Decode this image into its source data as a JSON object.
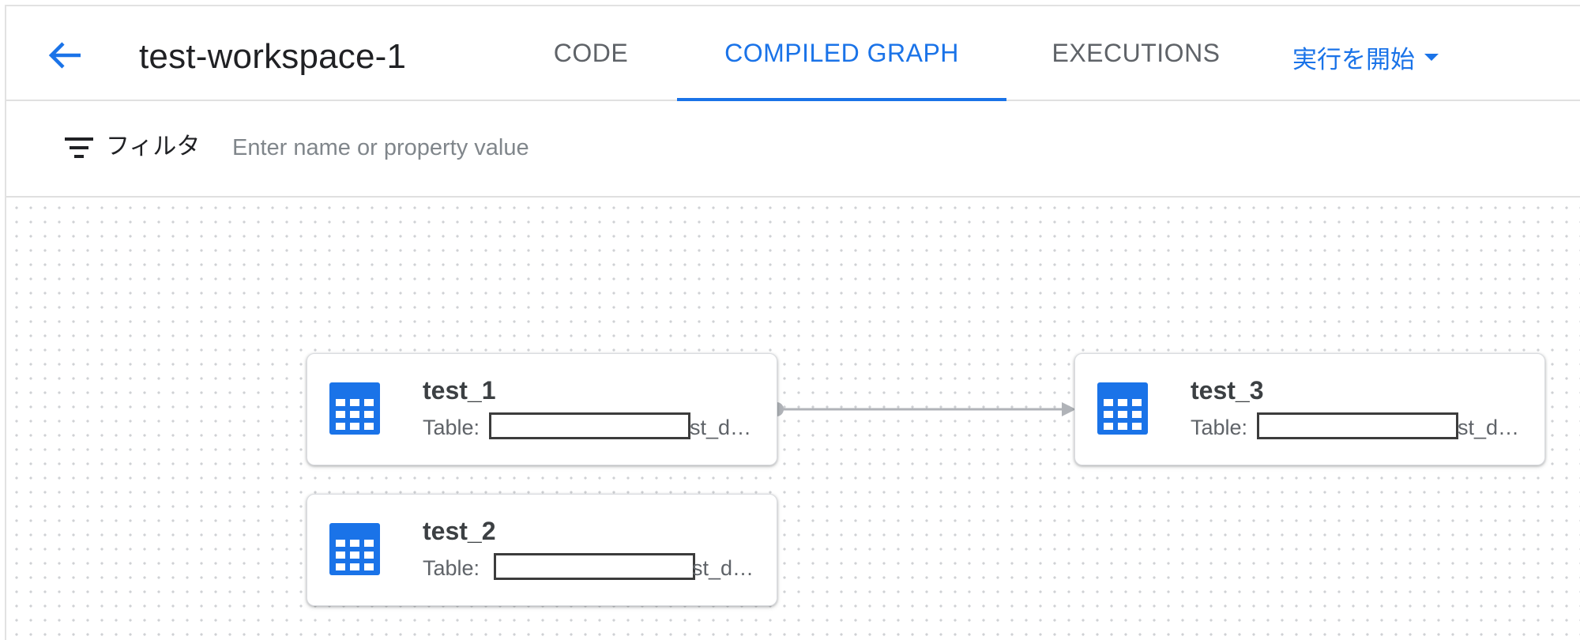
{
  "header": {
    "title": "test-workspace-1",
    "tabs": [
      {
        "label": "CODE"
      },
      {
        "label": "COMPILED GRAPH",
        "active": true
      },
      {
        "label": "EXECUTIONS"
      }
    ],
    "start_label": "実行を開始"
  },
  "filter": {
    "label": "フィルタ",
    "placeholder": "Enter name or property value"
  },
  "graph": {
    "nodes": [
      {
        "name": "test_1",
        "type_label": "Table:",
        "tail": "st_d…"
      },
      {
        "name": "test_2",
        "type_label": "Table:",
        "tail": "st_d…"
      },
      {
        "name": "test_3",
        "type_label": "Table:",
        "tail": "st_d…"
      }
    ],
    "edges": [
      {
        "from": "test_1",
        "to": "test_3"
      }
    ]
  },
  "colors": {
    "accent": "#1a73e8",
    "tab_inactive": "#5f6368",
    "edge": "#b0b3b8"
  },
  "icons": {
    "back": "arrow-back-icon",
    "filter": "filter-list-icon",
    "table": "table-icon",
    "dropdown": "caret-down-icon"
  }
}
